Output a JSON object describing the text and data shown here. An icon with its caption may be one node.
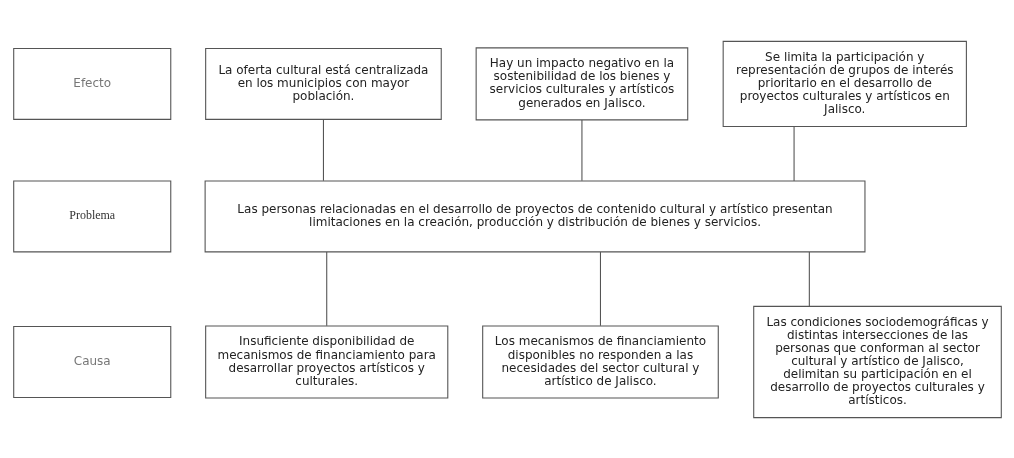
{
  "diagram": {
    "nodes": [
      {
        "text": [
          "Efecto"
        ]
      },
      {
        "text": [
          "La oferta cultural está centralizada en los municipios con mayor población."
        ]
      },
      {
        "text": [
          "Hay un impacto negativo en la sostenibilidad de los bienes y servicios culturales y artísticos generados en Jalisco."
        ]
      },
      {
        "text": [
          "Se limita la participación y representación de grupos de interés prioritario en el desarrollo de proyectos culturales y artísticos en Jalisco."
        ]
      },
      {
        "text": [
          "Problema"
        ]
      },
      {
        "text": [
          "Las personas relacionadas en el desarrollo de proyectos de contenido cultural y artístico presentan limitaciones en la creación, producción y distribución de bienes y servicios."
        ]
      },
      {
        "text": [
          "Causa"
        ]
      },
      {
        "text": [
          "Insuficiente disponibilidad de mecanismos de financiamiento para desarrollar proyectos artísticos y culturales."
        ]
      },
      {
        "text": [
          "Los mecanismos de financiamiento disponibles no responden a las necesidades del sector cultural y artístico de Jalisco."
        ]
      },
      {
        "text": [
          "Las condiciones sociodemográficas y distintas intersecciones de las personas que conforman al sector cultural y artístico de Jalisco, delimitan su participación en el desarrollo de proyectos culturales y artísticos."
        ]
      }
    ],
    "edges": [
      {
        "from": 1,
        "to": 5,
        "arrow": "none"
      },
      {
        "from": 2,
        "to": 5,
        "arrow": "none"
      },
      {
        "from": 3,
        "to": 5,
        "arrow": "none"
      },
      {
        "from": 5,
        "to": 7,
        "arrow": "none"
      },
      {
        "from": 5,
        "to": 8,
        "arrow": "none"
      },
      {
        "from": 5,
        "to": 9,
        "arrow": "none"
      }
    ]
  }
}
